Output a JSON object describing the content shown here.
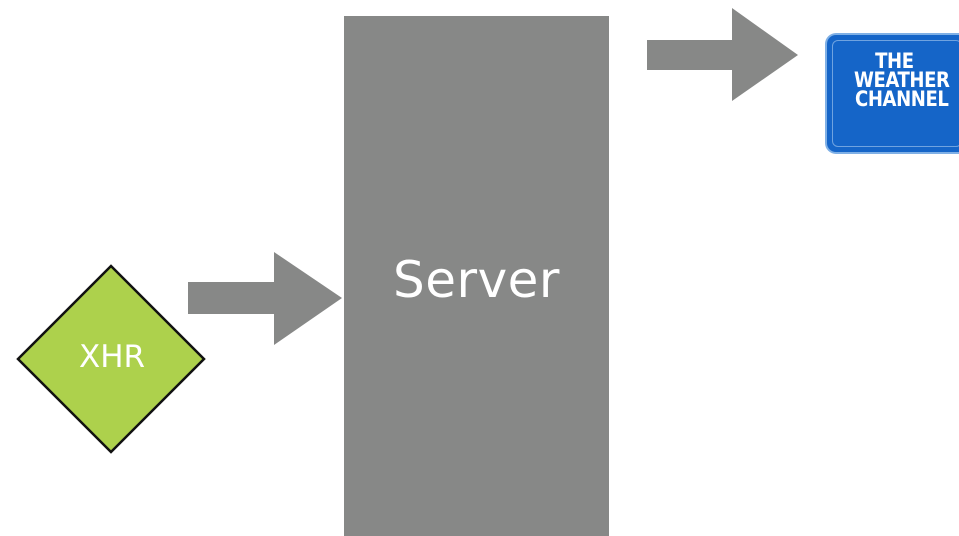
{
  "diagram": {
    "server": {
      "label": "Server",
      "color": "#878887"
    },
    "client": {
      "label": "XHR",
      "color": "#add14c",
      "outline": "#111111"
    },
    "external_service": {
      "logo_lines": [
        "THE",
        "WEATHER",
        "CHANNEL"
      ],
      "color": "#1565c8"
    },
    "arrow_color": "#878887",
    "connections": [
      {
        "from": "XHR",
        "to": "Server"
      },
      {
        "from": "Server",
        "to": "THE WEATHER CHANNEL"
      }
    ]
  }
}
